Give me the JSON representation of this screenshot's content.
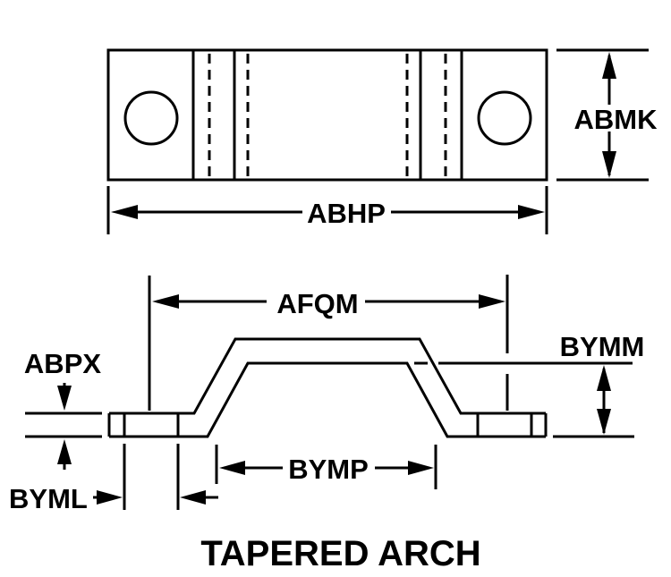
{
  "diagram": {
    "title": "TAPERED ARCH",
    "colors": {
      "line": "#000000",
      "background": "#ffffff"
    },
    "views": {
      "top_view": {
        "description": "Plan view of strap with two mounting holes and hidden-line bends",
        "dimensions": {
          "width": "ABHP",
          "height": "ABMK"
        }
      },
      "side_view": {
        "description": "Profile view of tapered arch strap",
        "dimensions": {
          "overall_span": "AFQM",
          "thickness": "ABPX",
          "arch_height": "BYMM",
          "inner_base_width": "BYMP",
          "hole_offset": "BYML"
        }
      }
    }
  }
}
